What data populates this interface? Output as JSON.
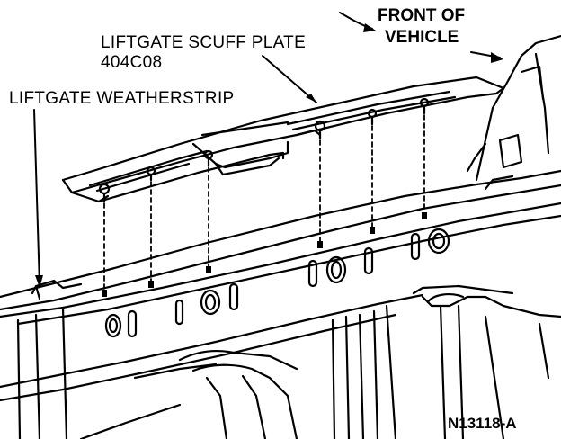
{
  "labels": {
    "scuff_plate_name": "LIFTGATE SCUFF PLATE",
    "scuff_plate_part": "404C08",
    "weatherstrip": "LIFTGATE WEATHERSTRIP",
    "front_line1": "FRONT OF",
    "front_line2": "VEHICLE",
    "figure_code": "N13118-A"
  },
  "colors": {
    "ink": "#000000",
    "paper": "#ffffff"
  }
}
